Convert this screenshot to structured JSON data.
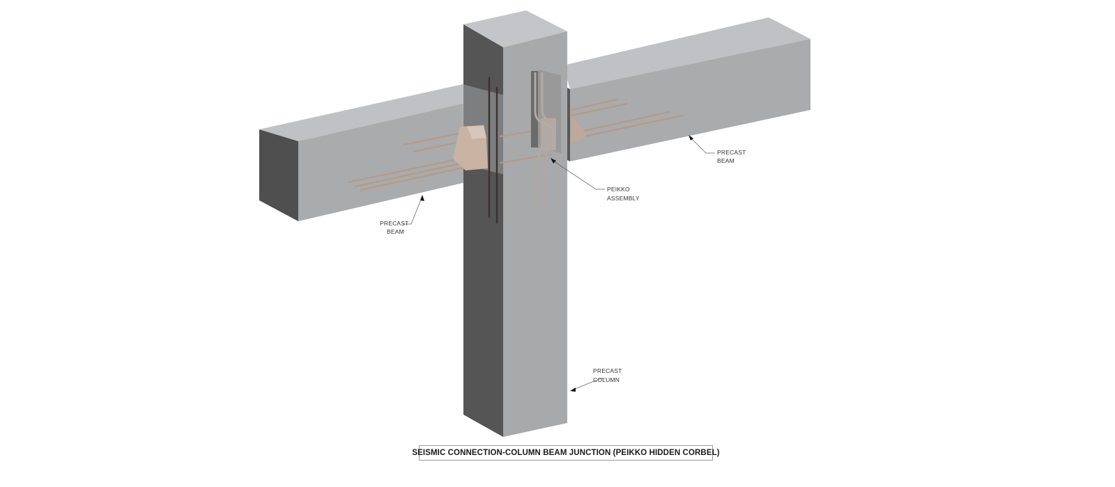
{
  "diagram": {
    "title": "SEISMIC CONNECTION-COLUMN BEAM JUNCTION (PEIKKO HIDDEN CORBEL)",
    "labels": {
      "precast_beam_right": {
        "line1": "PRECAST",
        "line2": "BEAM"
      },
      "peikko_assembly": {
        "line1": "PEIKKO",
        "line2": "ASSEMBLY"
      },
      "precast_beam_left": {
        "line1": "PRECAST",
        "line2": "BEAM"
      },
      "precast_column": {
        "line1": "PRECAST",
        "line2": "COLUMN"
      }
    },
    "colors": {
      "background": "#ffffff",
      "concrete_top": "#bfc1c4",
      "concrete_front": "#a9aaab",
      "concrete_dark_end": "#4f4f50",
      "column_dark_side": "#555556",
      "rebar": "#b59a88",
      "corbel": "#c9b3a3",
      "leader_line": "#555555"
    }
  }
}
